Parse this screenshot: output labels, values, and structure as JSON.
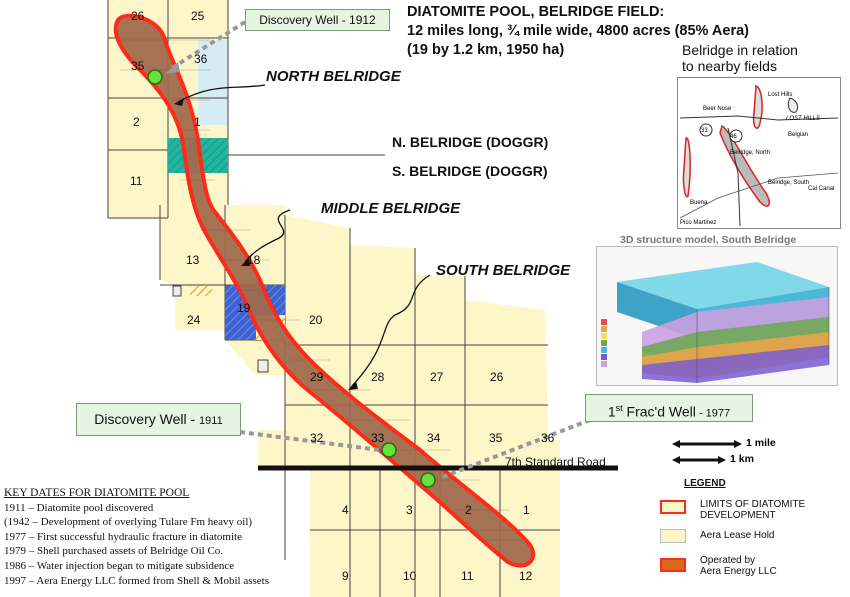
{
  "title": {
    "line1": "DIATOMITE POOL, BELRIDGE FIELD:",
    "line2": "12 miles long, ¾ mile wide, 4800 acres (85% Aera)",
    "line3": "(19 by 1.2 km, 1950 ha)"
  },
  "regions": {
    "north": "NORTH BELRIDGE",
    "middle": "MIDDLE BELRIDGE",
    "south": "SOUTH BELRIDGE"
  },
  "doggr": {
    "north": "N. BELRIDGE (DOGGR)",
    "south": "S. BELRIDGE (DOGGR)"
  },
  "callouts": {
    "discovery_1912": "Discovery Well - 1912",
    "discovery_1911_label": "Discovery Well - ",
    "discovery_1911_year": "1911",
    "frac_prefix": "1",
    "frac_sup": "st",
    "frac_label": " Frac'd Well",
    "frac_year": " - 1977"
  },
  "road": "7th Standard Road",
  "sections": [
    "26",
    "25",
    "35",
    "36",
    "2",
    "1",
    "11",
    "13",
    "18",
    "19",
    "24",
    "20",
    "29",
    "28",
    "27",
    "26",
    "32",
    "33",
    "34",
    "35",
    "36",
    "4",
    "3",
    "2",
    "1",
    "9",
    "10",
    "11",
    "12"
  ],
  "inset": {
    "caption_line1": "Belridge in relation",
    "caption_line2": "to nearby fields",
    "labels": [
      "Lost Hills",
      "LOST HILLS",
      "Beer Nose",
      "46",
      "33",
      "Belridge, North",
      "Belgian",
      "Belridge, South",
      "Cal Canal",
      "Pico Martinez",
      "Buena"
    ]
  },
  "model": {
    "caption": "3D structure model, South Belridge"
  },
  "scale": {
    "mile": "1 mile",
    "km": "1 km"
  },
  "legend": {
    "title": "LEGEND",
    "items": [
      {
        "label1": "LIMITS OF DIATOMITE",
        "label2": "DEVELOPMENT"
      },
      {
        "label1": "Aera Lease Hold",
        "label2": ""
      },
      {
        "label1": "Operated by",
        "label2": "Aera Energy LLC"
      }
    ]
  },
  "key": {
    "heading": "KEY  DATES FOR DIATOMITE POOL",
    "items": [
      "1911 – Diatomite pool discovered",
      "(1942 – Development of overlying Tulare Fm heavy oil)",
      "1977 – First successful hydraulic fracture in diatomite",
      "1979 – Shell purchased assets of Belridge Oil Co.",
      "1986 – Water injection began to mitigate subsidence",
      "1997 – Aera Energy LLC formed from Shell & Mobil assets"
    ]
  },
  "colors": {
    "lease": "#fdf6c8",
    "pool_fill": "#a06a4e",
    "pool_outline": "#ff2b1a",
    "cyan_band": "#23b59f",
    "blue_hatch": "#3d62d4",
    "gold_hatch": "#e8a72c",
    "well": "#67e23a",
    "grid": "#444444"
  }
}
